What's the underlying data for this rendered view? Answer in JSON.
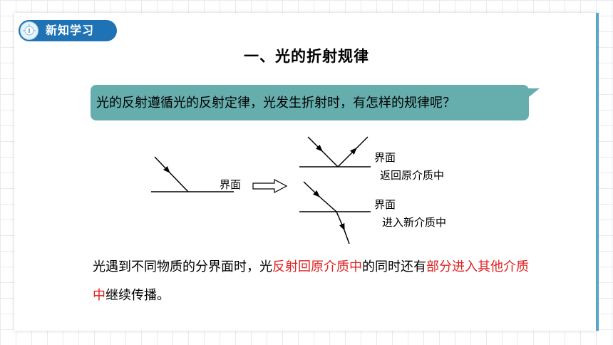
{
  "badge": {
    "label": "新知学习"
  },
  "title": "一、光的折射规律",
  "question": "光的反射遵循光的反射定律，光发生折射时，有怎样的规律呢？",
  "diagram": {
    "left_label": "界面",
    "top_label": "界面",
    "top_caption": "返回原介质中",
    "bottom_label": "界面",
    "bottom_caption": "进入新介质中"
  },
  "paragraph": {
    "part1": "光遇到不同物质的分界面时，光",
    "part2": "反射回原介质中",
    "part3": "的同时还有",
    "part4": "部分进入其他介质中",
    "part5": "继续传播。"
  },
  "colors": {
    "badge": "#1f73b5",
    "bubble": "#66aeae",
    "highlight": "#e02020",
    "accent": "#5aa6c8"
  }
}
